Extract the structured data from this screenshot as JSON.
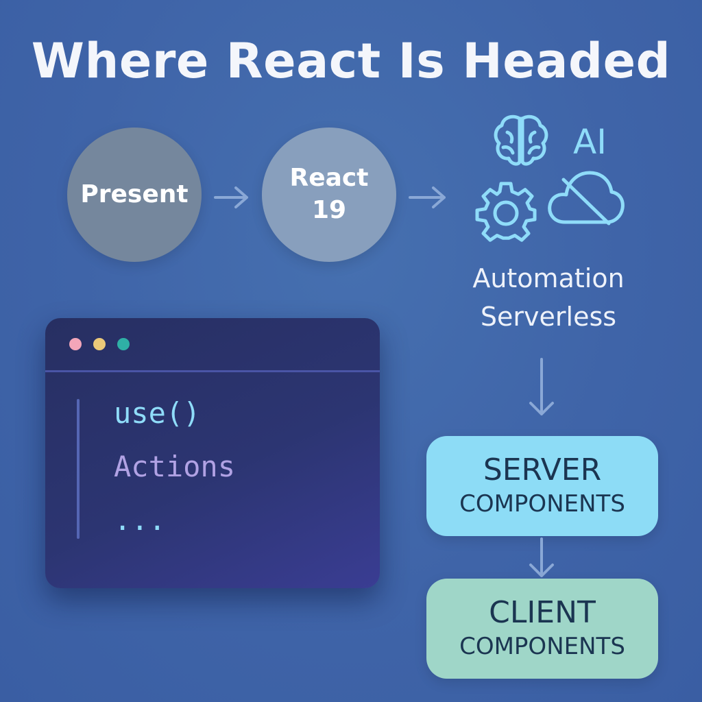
{
  "title": "Where React Is Headed",
  "timeline": {
    "present": "Present",
    "react_line1": "React",
    "react_line2": "19"
  },
  "future": {
    "ai_label": "AI",
    "line1": "Automation",
    "line2": "Serverless",
    "icons": [
      "brain-icon",
      "gear-icon",
      "cloud-off-icon"
    ]
  },
  "editor": {
    "lines": [
      "use()",
      "Actions",
      "..."
    ]
  },
  "components": {
    "server_line1": "SERVER",
    "server_line2": "COMPONENTS",
    "client_line1": "CLIENT",
    "client_line2": "COMPONENTS"
  },
  "colors": {
    "background": "#3f64a8",
    "accent_cyan": "#8fdcf9",
    "server_box": "#8ddcf6",
    "client_box": "#9fd6c8"
  }
}
